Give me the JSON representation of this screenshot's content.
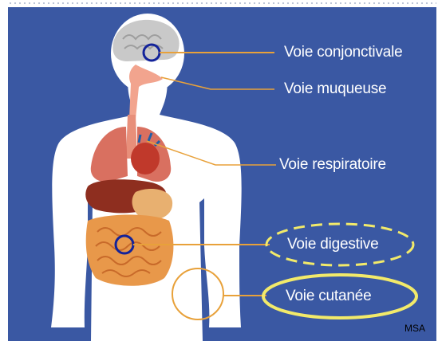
{
  "labels": {
    "conjonctivale": "Voie conjonctivale",
    "muqueuse": "Voie muqueuse",
    "respiratoire": "Voie respiratoire",
    "digestive": "Voie digestive",
    "cutanee": "Voie cutanée"
  },
  "credit": "MSA",
  "colors": {
    "background": "#3a58a3",
    "leader_line": "#e8a13a",
    "highlight_outline": "#f2ea6a",
    "marker": "#13239a",
    "body": "#ffffff"
  }
}
